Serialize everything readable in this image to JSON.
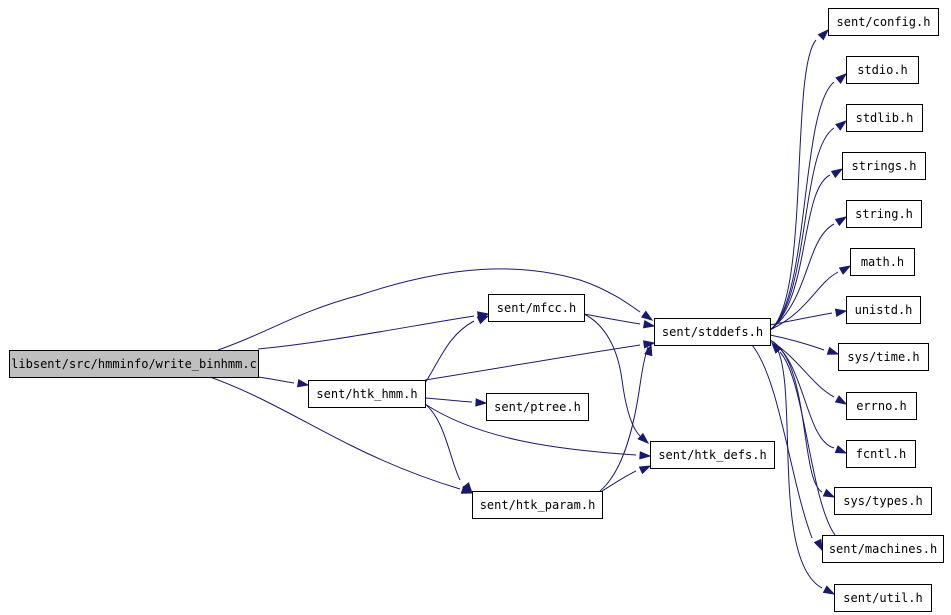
{
  "diagram": {
    "colors": {
      "edge": "#191970",
      "root_fill": "#bfbfbf",
      "node_fill": "#ffffff",
      "node_border": "#000000",
      "system_border": "#bfbfbf",
      "missing_border": "#ff0000"
    },
    "nodes": [
      {
        "id": "write_binhmm",
        "label": "libsent/src/hmminfo/write_binhmm.c",
        "kind": "root"
      },
      {
        "id": "mfcc",
        "label": "sent/mfcc.h",
        "kind": "local"
      },
      {
        "id": "htk_hmm",
        "label": "sent/htk_hmm.h",
        "kind": "local"
      },
      {
        "id": "ptree",
        "label": "sent/ptree.h",
        "kind": "local"
      },
      {
        "id": "htk_param",
        "label": "sent/htk_param.h",
        "kind": "local"
      },
      {
        "id": "stddefs",
        "label": "sent/stddefs.h",
        "kind": "local"
      },
      {
        "id": "htk_defs",
        "label": "sent/htk_defs.h",
        "kind": "local"
      },
      {
        "id": "config",
        "label": "sent/config.h",
        "kind": "local"
      },
      {
        "id": "stdio",
        "label": "stdio.h",
        "kind": "system"
      },
      {
        "id": "stdlib",
        "label": "stdlib.h",
        "kind": "system"
      },
      {
        "id": "strings",
        "label": "strings.h",
        "kind": "system"
      },
      {
        "id": "string",
        "label": "string.h",
        "kind": "system"
      },
      {
        "id": "math",
        "label": "math.h",
        "kind": "system"
      },
      {
        "id": "unistd",
        "label": "unistd.h",
        "kind": "system"
      },
      {
        "id": "systime",
        "label": "sys/time.h",
        "kind": "system"
      },
      {
        "id": "errno",
        "label": "errno.h",
        "kind": "system"
      },
      {
        "id": "fcntl",
        "label": "fcntl.h",
        "kind": "system"
      },
      {
        "id": "systypes",
        "label": "sys/types.h",
        "kind": "system"
      },
      {
        "id": "machines",
        "label": "sent/machines.h",
        "kind": "local"
      },
      {
        "id": "util",
        "label": "sent/util.h",
        "kind": "missing"
      }
    ],
    "edges": [
      {
        "from": "write_binhmm",
        "to": "stddefs"
      },
      {
        "from": "write_binhmm",
        "to": "mfcc"
      },
      {
        "from": "write_binhmm",
        "to": "htk_hmm"
      },
      {
        "from": "write_binhmm",
        "to": "htk_param"
      },
      {
        "from": "mfcc",
        "to": "stddefs"
      },
      {
        "from": "mfcc",
        "to": "htk_defs"
      },
      {
        "from": "htk_hmm",
        "to": "stddefs"
      },
      {
        "from": "htk_hmm",
        "to": "mfcc"
      },
      {
        "from": "htk_hmm",
        "to": "ptree"
      },
      {
        "from": "htk_hmm",
        "to": "htk_defs"
      },
      {
        "from": "htk_hmm",
        "to": "htk_param"
      },
      {
        "from": "htk_param",
        "to": "stddefs"
      },
      {
        "from": "htk_param",
        "to": "htk_defs"
      },
      {
        "from": "stddefs",
        "to": "config"
      },
      {
        "from": "stddefs",
        "to": "stdio"
      },
      {
        "from": "stddefs",
        "to": "stdlib"
      },
      {
        "from": "stddefs",
        "to": "strings"
      },
      {
        "from": "stddefs",
        "to": "string"
      },
      {
        "from": "stddefs",
        "to": "math"
      },
      {
        "from": "stddefs",
        "to": "unistd"
      },
      {
        "from": "stddefs",
        "to": "systime"
      },
      {
        "from": "stddefs",
        "to": "errno"
      },
      {
        "from": "stddefs",
        "to": "fcntl"
      },
      {
        "from": "stddefs",
        "to": "systypes"
      },
      {
        "from": "stddefs",
        "to": "machines"
      },
      {
        "from": "stddefs",
        "to": "util"
      },
      {
        "from": "machines",
        "to": "stddefs"
      }
    ]
  }
}
